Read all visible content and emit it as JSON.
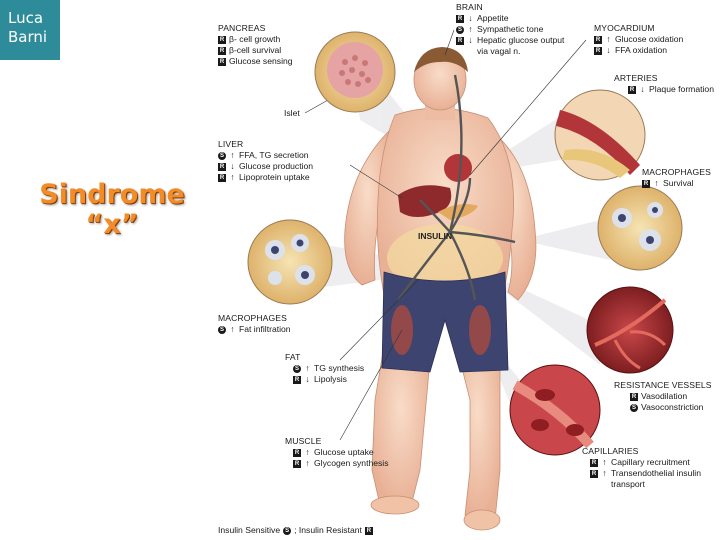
{
  "author": {
    "line1": "Luca",
    "line2": "Barni"
  },
  "title": {
    "line1": "Sindrome",
    "line2": "“x”"
  },
  "center_label": "INSULIN",
  "labels": {
    "pancreas": {
      "title": "PANCREAS",
      "items": [
        {
          "badge": "R",
          "arrow": "",
          "text": "β- cell growth"
        },
        {
          "badge": "R",
          "arrow": "",
          "text": "β-cell survival"
        },
        {
          "badge": "R",
          "arrow": "",
          "text": "Glucose sensing"
        }
      ]
    },
    "islet": "Islet",
    "brain": {
      "title": "BRAIN",
      "items": [
        {
          "badge": "R",
          "arrow": "↓",
          "text": "Appetite"
        },
        {
          "badge": "S",
          "arrow": "↑",
          "text": "Sympathetic tone"
        },
        {
          "badge": "R",
          "arrow": "↓",
          "text": "Hepatic glucose output"
        }
      ],
      "extra": "via vagal n."
    },
    "myocardium": {
      "title": "MYOCARDIUM",
      "items": [
        {
          "badge": "R",
          "arrow": "↑",
          "text": "Glucose oxidation"
        },
        {
          "badge": "R",
          "arrow": "↓",
          "text": "FFA oxidation"
        }
      ]
    },
    "arteries": {
      "title": "ARTERIES",
      "items": [
        {
          "badge": "R",
          "arrow": "↓",
          "text": "Plaque formation"
        }
      ]
    },
    "macrophages_right": {
      "title": "MACROPHAGES",
      "items": [
        {
          "badge": "R",
          "arrow": "↑",
          "text": "Survival"
        }
      ]
    },
    "liver": {
      "title": "LIVER",
      "items": [
        {
          "badge": "S",
          "arrow": "↑",
          "text": "FFA, TG secretion"
        },
        {
          "badge": "R",
          "arrow": "↓",
          "text": "Glucose production"
        },
        {
          "badge": "R",
          "arrow": "↑",
          "text": "Lipoprotein uptake"
        }
      ]
    },
    "macrophages_left": {
      "title": "MACROPHAGES",
      "items": [
        {
          "badge": "S",
          "arrow": "↑",
          "text": "Fat infiltration"
        }
      ]
    },
    "fat": {
      "title": "FAT",
      "items": [
        {
          "badge": "S",
          "arrow": "↑",
          "text": "TG synthesis"
        },
        {
          "badge": "R",
          "arrow": "↓",
          "text": "Lipolysis"
        }
      ]
    },
    "resistance_vessels": {
      "title": "RESISTANCE VESSELS",
      "items": [
        {
          "badge": "R",
          "arrow": "",
          "text": "Vasodilation"
        },
        {
          "badge": "S",
          "arrow": "",
          "text": "Vasoconstriction"
        }
      ]
    },
    "muscle": {
      "title": "MUSCLE",
      "items": [
        {
          "badge": "R",
          "arrow": "↑",
          "text": "Glucose uptake"
        },
        {
          "badge": "R",
          "arrow": "↑",
          "text": "Glycogen synthesis"
        }
      ]
    },
    "capillaries": {
      "title": "CAPILLARIES",
      "items": [
        {
          "badge": "R",
          "arrow": "↑",
          "text": "Capillary recruitment"
        },
        {
          "badge": "R",
          "arrow": "↑",
          "text": "Transendothelial insulin"
        }
      ],
      "extra": "transport"
    }
  },
  "footer": {
    "sensitive": "Insulin Sensitive",
    "sensitive_badge": "S",
    "separator": "; Insulin Resistant",
    "resistant_badge": "R"
  },
  "colors": {
    "author_bg": "#2e8b9a",
    "title": "#f28c28",
    "skin": "#f3c9b0",
    "shorts": "#3d4470",
    "organ_red": "#b2353a",
    "fat_yellow": "#f3d9a0"
  }
}
